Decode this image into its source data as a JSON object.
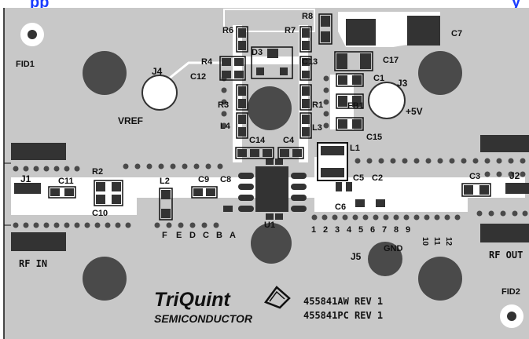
{
  "header": {
    "caption_fragment": "pp",
    "caption_tail": "y"
  },
  "board": {
    "fiducials": [
      "FID1",
      "FID2"
    ],
    "connectors": {
      "j1": "J1",
      "j2": "J2",
      "j3": "J3",
      "j4": "J4",
      "j5": "J5"
    },
    "port_labels": {
      "rf_in": "RF IN",
      "rf_out": "RF OUT",
      "vref": "VREF",
      "plus5v": "+5V",
      "gnd": "GND"
    },
    "components": {
      "r1": "R1",
      "r2": "R2",
      "r3": "R3",
      "r4": "R4",
      "r6": "R6",
      "r7": "R7",
      "r8": "R8",
      "c1": "C1",
      "c2": "C2",
      "c3": "C3",
      "c4": "C4",
      "c5": "C5",
      "c6": "C6",
      "c7": "C7",
      "c8": "C8",
      "c9": "C9",
      "c10": "C10",
      "c11": "C11",
      "c12": "C12",
      "c13": "C13",
      "c14": "C14",
      "c15": "C15",
      "c17": "C17",
      "l1": "L1",
      "l2": "L2",
      "l3": "L3",
      "l4": "L4",
      "d3": "D3",
      "fb1": "FB1",
      "u1": "U1"
    },
    "letter_row": [
      "F",
      "E",
      "D",
      "C",
      "B",
      "A"
    ],
    "number_row": [
      "1",
      "2",
      "3",
      "4",
      "5",
      "6",
      "7",
      "8",
      "9",
      "10",
      "11",
      "12"
    ],
    "logo": {
      "brand": "TriQuint",
      "sub": "SEMICONDUCTOR"
    },
    "part_numbers": [
      "455841AW REV 1",
      "455841PC REV 1"
    ]
  },
  "colors": {
    "board": "#c8c8c8",
    "pad": "#4a4a4a",
    "dark": "#333333",
    "copper": "#ffffff",
    "silkscreen": "#111111",
    "header_text": "#1a3cff"
  }
}
